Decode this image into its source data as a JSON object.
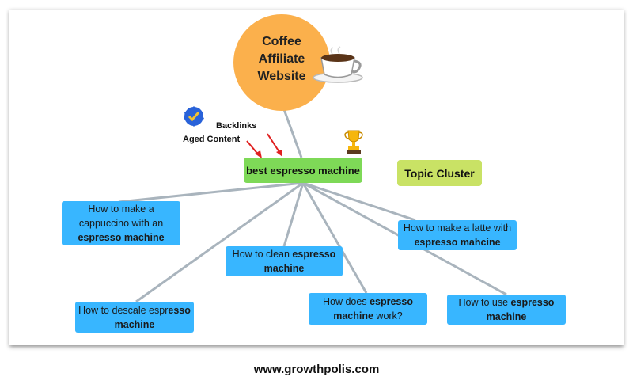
{
  "hub": {
    "title": "Coffee\nAffiliate\nWebsite"
  },
  "pillar": {
    "label": "best espresso machine"
  },
  "cluster_tag": {
    "label": "Topic Cluster"
  },
  "annotations": {
    "backlinks": "Backlinks",
    "aged_content": "Aged Content"
  },
  "nodes": [
    {
      "pre": "How to make a cappuccino with an",
      "bold": "espresso machine",
      "post": ""
    },
    {
      "pre": "How to clean",
      "bold": "espresso machine",
      "post": ""
    },
    {
      "pre": "How to make a latte with",
      "bold": "espresso mahcine",
      "post": ""
    },
    {
      "pre": "How to descale espr",
      "bold": "esso machine",
      "post": ""
    },
    {
      "pre": "How does",
      "bold": "espresso machine",
      "post": " work?"
    },
    {
      "pre": "How to use",
      "bold": "espresso machine",
      "post": ""
    }
  ],
  "footer": {
    "url": "www.growthpolis.com"
  },
  "colors": {
    "hub": "#fbb04c",
    "pillar": "#7ed957",
    "cluster_tag": "#c9e265",
    "node": "#38b6ff",
    "line": "#a9b4bd",
    "arrow": "#e02020"
  },
  "icons": [
    "verified-badge-icon",
    "trophy-icon",
    "coffee-cup-icon"
  ]
}
